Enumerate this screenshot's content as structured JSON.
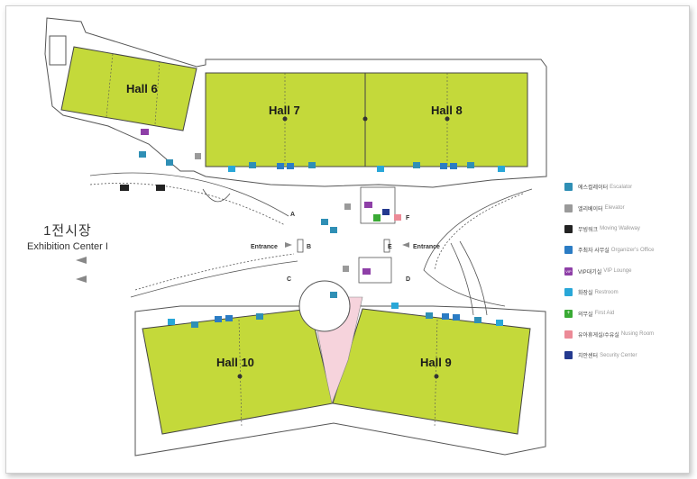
{
  "halls": [
    {
      "id": "hall6",
      "label": "Hall 6"
    },
    {
      "id": "hall7",
      "label": "Hall 7"
    },
    {
      "id": "hall8",
      "label": "Hall 8"
    },
    {
      "id": "hall9",
      "label": "Hall 9"
    },
    {
      "id": "hall10",
      "label": "Hall 10"
    }
  ],
  "entrances": {
    "left": "Entrance",
    "right": "Entrance"
  },
  "gates": [
    "A",
    "B",
    "C",
    "D",
    "E",
    "F"
  ],
  "exhibition_center": {
    "ko": "1전시장",
    "en": "Exhibition Center I"
  },
  "legend": [
    {
      "ko": "에스컬레이터",
      "en": "Escalator",
      "color": "#2f8fb5",
      "icon": "escalator-icon"
    },
    {
      "ko": "엘리베이터",
      "en": "Elevator",
      "color": "#9a9a9a",
      "icon": "elevator-icon"
    },
    {
      "ko": "무빙워크",
      "en": "Moving Walkway",
      "color": "#222222",
      "icon": "moving-walkway-icon"
    },
    {
      "ko": "주최자 사무실",
      "en": "Organizer's Office",
      "color": "#2b7cc4",
      "icon": "organizer-office-icon"
    },
    {
      "ko": "VIP대기실",
      "en": "VIP Lounge",
      "color": "#8e3fa7",
      "icon": "vip-lounge-icon"
    },
    {
      "ko": "화장실",
      "en": "Restroom",
      "color": "#29a7d8",
      "icon": "restroom-icon"
    },
    {
      "ko": "의무실",
      "en": "First Aid",
      "color": "#3aaa35",
      "icon": "first-aid-icon"
    },
    {
      "ko": "유아휴게실/수유실",
      "en": "Nusing Room",
      "color": "#ec8a97",
      "icon": "nursing-room-icon"
    },
    {
      "ko": "치안센터",
      "en": "Security Center",
      "color": "#243a8f",
      "icon": "security-center-icon"
    }
  ],
  "icon_labels": {
    "vip": "VIP"
  },
  "colors": {
    "hall": "#c4d93a",
    "nursing_area": "#f6d3dc",
    "outline": "#4a4a4a"
  }
}
